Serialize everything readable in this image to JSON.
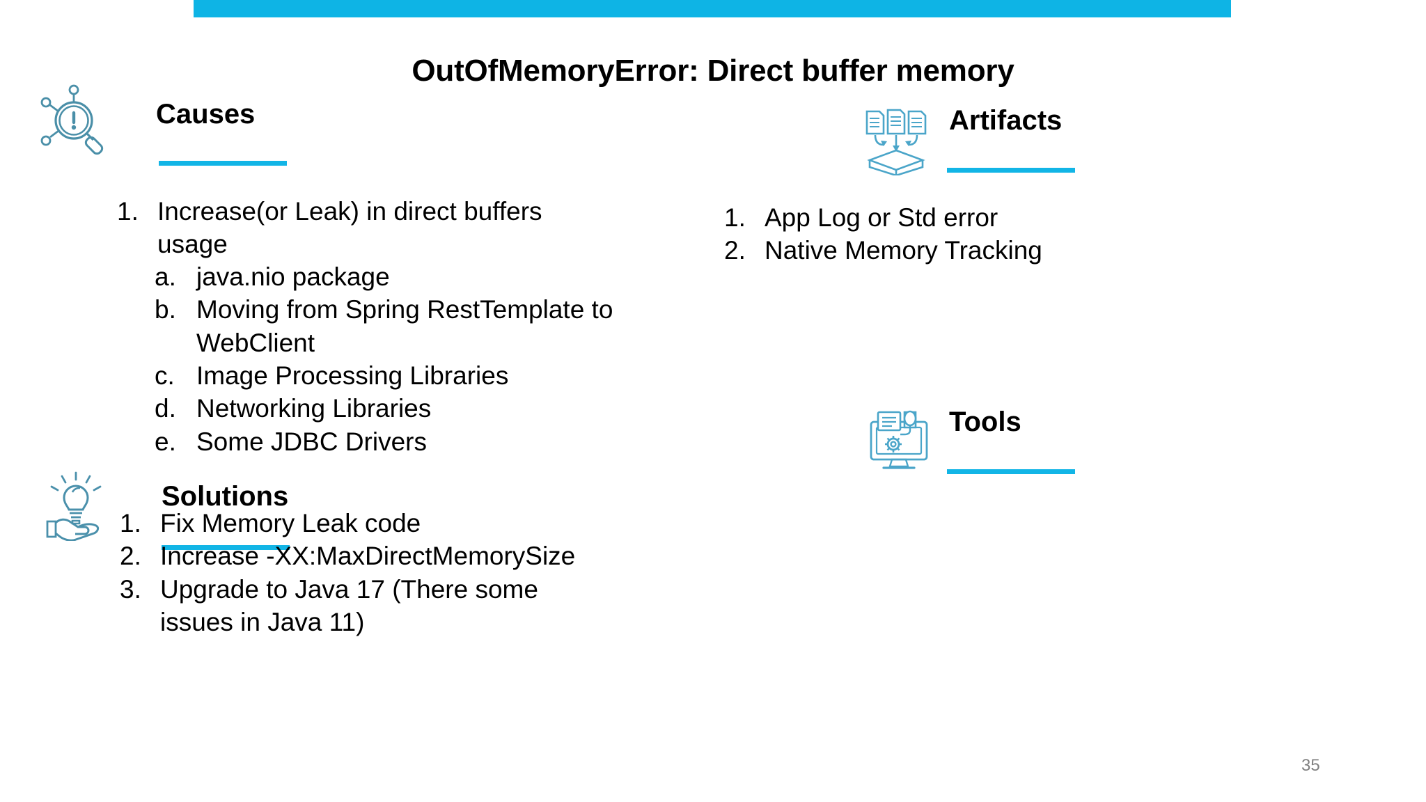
{
  "slide": {
    "title": "OutOfMemoryError: Direct buffer memory",
    "number": "35",
    "accent_color": "#0EB4E5",
    "rule_color": "#12B5E6",
    "background_color": "#ffffff",
    "text_color": "#000000",
    "page_number_color": "#808080"
  },
  "sections": {
    "causes": {
      "heading": "Causes",
      "icon": "magnifier-alert-icon",
      "items": [
        {
          "marker": "1.",
          "text": "Increase(or Leak) in direct buffers usage"
        }
      ],
      "subitems": [
        {
          "marker": "a.",
          "text": "java.nio package"
        },
        {
          "marker": "b.",
          "text": "Moving from Spring RestTemplate to WebClient"
        },
        {
          "marker": "c.",
          "text": "Image Processing Libraries"
        },
        {
          "marker": "d.",
          "text": "Networking Libraries"
        },
        {
          "marker": "e.",
          "text": "Some JDBC Drivers"
        }
      ]
    },
    "artifacts": {
      "heading": "Artifacts",
      "icon": "documents-to-tray-icon",
      "items": [
        {
          "marker": "1.",
          "text": "App Log or Std error"
        },
        {
          "marker": "2.",
          "text": "Native Memory Tracking"
        }
      ]
    },
    "solutions": {
      "heading": "Solutions",
      "icon": "hand-lightbulb-icon",
      "items": [
        {
          "marker": "1.",
          "text": "Fix Memory Leak code"
        },
        {
          "marker": "2.",
          "text": "Increase -XX:MaxDirectMemorySize"
        },
        {
          "marker": "3.",
          "text": "Upgrade to Java 17 (There some issues in Java 11)"
        }
      ]
    },
    "tools": {
      "heading": "Tools",
      "icon": "monitor-gear-icon",
      "items": []
    }
  }
}
